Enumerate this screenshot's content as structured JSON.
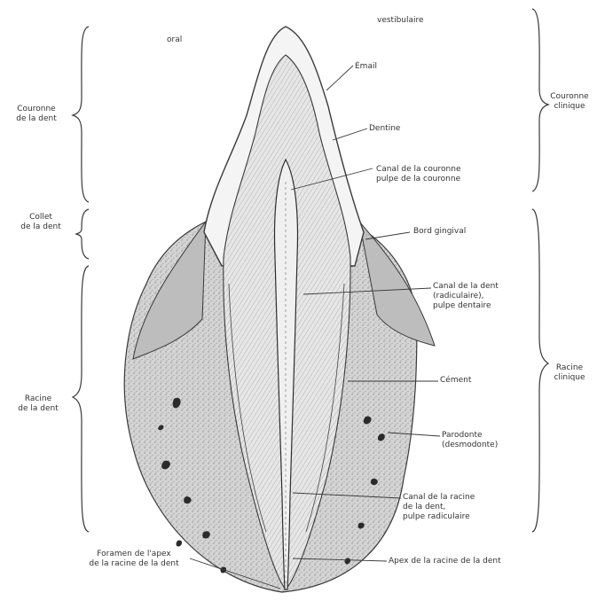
{
  "orientation": {
    "oral": "oral",
    "vestibular": "vestibulaire"
  },
  "left_regions": [
    {
      "id": "couronne",
      "text": "Couronne\nde la dent"
    },
    {
      "id": "collet",
      "text": "Collet\nde la dent"
    },
    {
      "id": "racine",
      "text": "Racine\nde la dent"
    }
  ],
  "right_regions": [
    {
      "id": "couronne-clinique",
      "text": "Couronne\nclinique"
    },
    {
      "id": "racine-clinique",
      "text": "Racine\nclinique"
    }
  ],
  "callouts": [
    {
      "id": "email",
      "text": "Émail"
    },
    {
      "id": "dentine",
      "text": "Dentine"
    },
    {
      "id": "canal-couronne",
      "text": "Canal de la couronne\npulpe de la couronne"
    },
    {
      "id": "bord-gingival",
      "text": "Bord gingival"
    },
    {
      "id": "canal-dent",
      "text": "Canal de la dent\n(radiculaire),\npulpe dentaire"
    },
    {
      "id": "cement",
      "text": "Cément"
    },
    {
      "id": "parodonte",
      "text": "Parodonte\n(desmodonte)"
    },
    {
      "id": "canal-racine",
      "text": "Canal de la racine\nde la dent,\npulpe radiculaire"
    },
    {
      "id": "apex",
      "text": "Apex de la racine de la dent"
    },
    {
      "id": "foramen",
      "text": "Foramen de l'apex\nde la racine de la dent"
    }
  ],
  "colors": {
    "line": "#3a3a3a",
    "tissue": "#cfcfcf",
    "bone_dark": "#2b2b2b",
    "enamel": "#f4f4f4"
  }
}
